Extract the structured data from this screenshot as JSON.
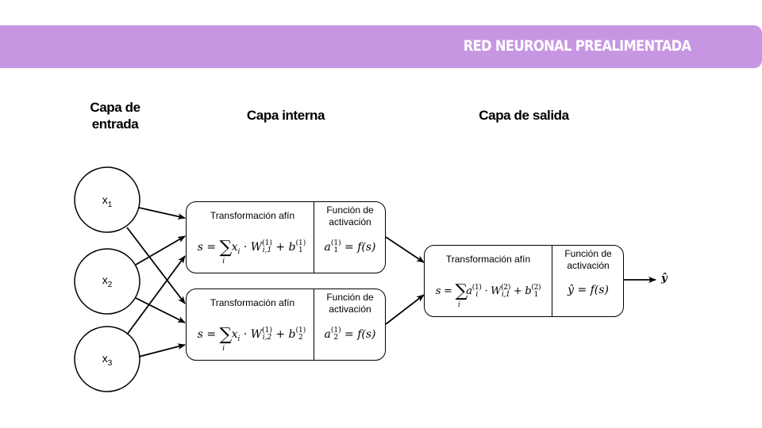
{
  "banner": {
    "title": "RED NEURONAL PREALIMENTADA",
    "color": "#c796e2"
  },
  "layers": {
    "input": "Capa de\nentrada",
    "input_line1": "Capa de",
    "input_line2": "entrada",
    "hidden": "Capa interna",
    "output": "Capa de salida"
  },
  "input_nodes": [
    {
      "label": "x",
      "subscript": "1"
    },
    {
      "label": "x",
      "subscript": "2"
    },
    {
      "label": "x",
      "subscript": "3"
    }
  ],
  "hidden_neurons": [
    {
      "affine_label": "Transformación afín",
      "activation_label_1": "Función de",
      "activation_label_2": "activación",
      "affine_formula": "s = Σ_i x_i · W_{i,1}^{(1)} + b_1^{(1)}",
      "f": {
        "lhs": "s",
        "var": "x",
        "var_sub": "i",
        "w_sub": "i,1",
        "w_sup": "(1)",
        "b_sub": "1",
        "b_sup": "(1)"
      },
      "activation_formula": "a_1^{(1)} = f(s)",
      "act": {
        "out": "a",
        "out_sub": "1",
        "out_sup": "(1)",
        "rhs": "= f(s)"
      }
    },
    {
      "affine_label": "Transformación afín",
      "activation_label_1": "Función de",
      "activation_label_2": "activación",
      "affine_formula": "s = Σ_i x_i · W_{i,2}^{(1)} + b_2^{(1)}",
      "f": {
        "lhs": "s",
        "var": "x",
        "var_sub": "i",
        "w_sub": "i,2",
        "w_sup": "(1)",
        "b_sub": "2",
        "b_sup": "(1)"
      },
      "activation_formula": "a_2^{(1)} = f(s)",
      "act": {
        "out": "a",
        "out_sub": "2",
        "out_sup": "(1)",
        "rhs": "= f(s)"
      }
    }
  ],
  "output_neuron": {
    "affine_label": "Transformación afín",
    "activation_label_1": "Función de",
    "activation_label_2": "activación",
    "affine_formula": "s = Σ_i a_i^{(1)} · W_{i,1}^{(2)} + b_1^{(2)}",
    "f": {
      "lhs": "s",
      "var": "a",
      "var_sub": "i",
      "var_sup": "(1)",
      "w_sub": "i,1",
      "w_sup": "(2)",
      "b_sub": "1",
      "b_sup": "(2)"
    },
    "activation_formula": "ŷ = f(s)",
    "act": {
      "out": "ŷ",
      "rhs": "= f(s)"
    }
  },
  "output_label": "ŷ",
  "common": {
    "eq": "=",
    "sum": "∑",
    "idx": "i",
    "dot": "·",
    "plus": "+",
    "W": "W",
    "b": "b"
  }
}
